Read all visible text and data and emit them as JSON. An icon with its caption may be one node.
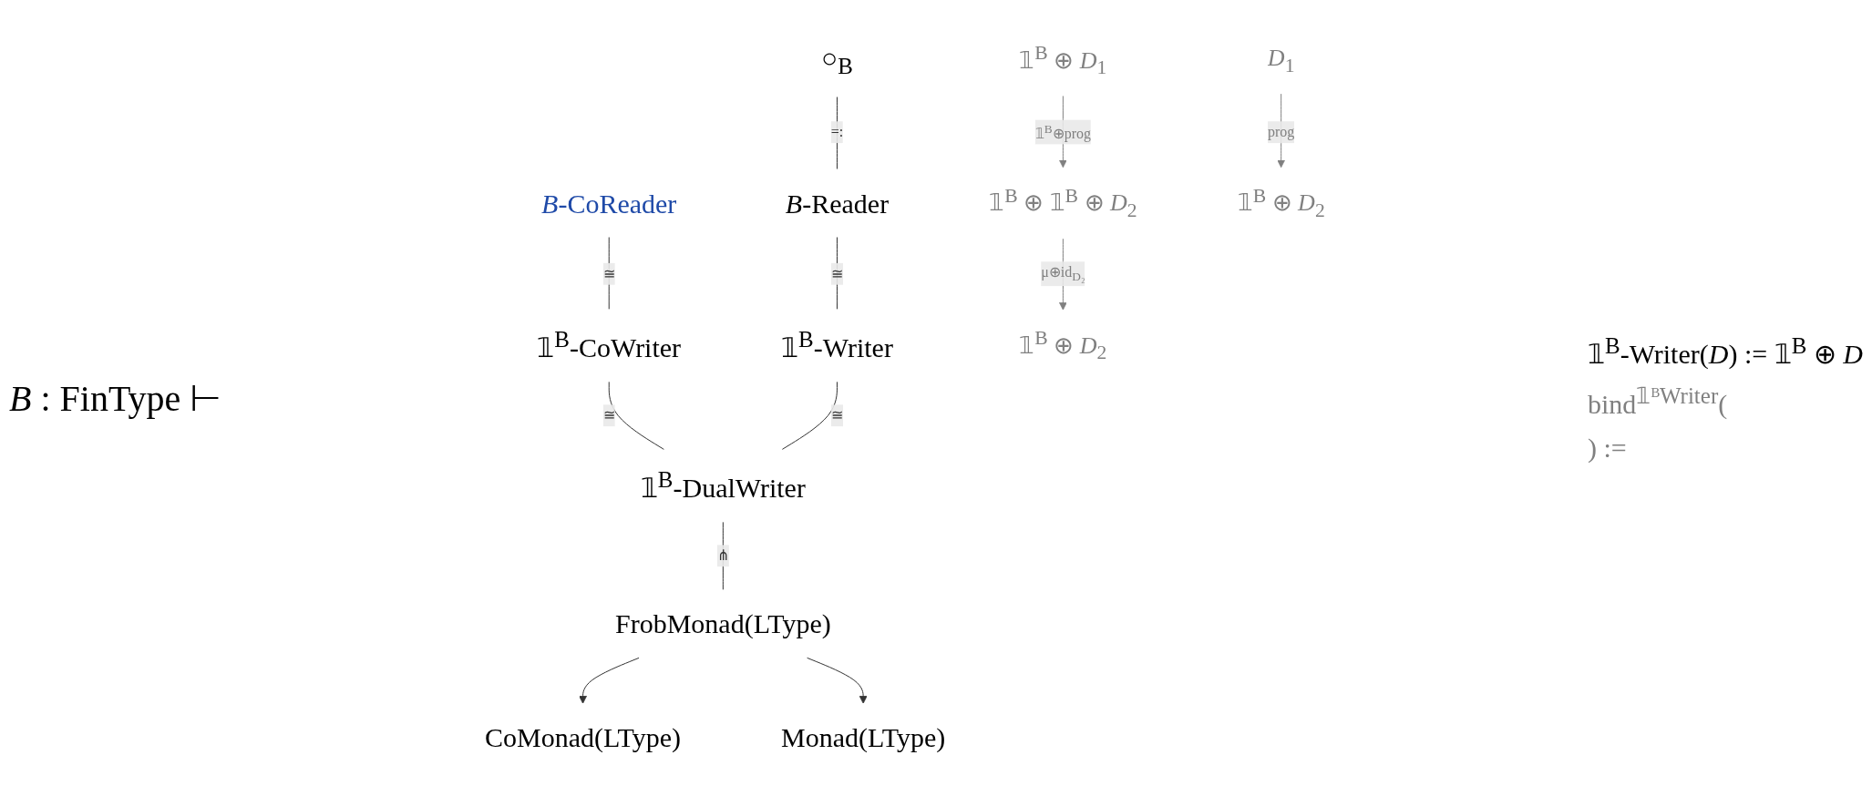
{
  "diagram": {
    "nodes": [
      {
        "text": [
          "○$_{B}$"
        ]
      },
      {
        "text": [
          "*B*-Reader"
        ]
      },
      {
        "text": [
          "*B*-CoReader"
        ]
      },
      {
        "text": [
          "𝟙$^{B}$-CoWriter"
        ]
      },
      {
        "text": [
          "𝟙$^{B}$-Writer"
        ]
      },
      {
        "text": [
          "𝟙$^{B}$-DualWriter"
        ]
      },
      {
        "text": [
          "CoMonad(LType)"
        ]
      },
      {
        "text": [
          "Monad(LType)"
        ]
      },
      {
        "text": [
          "FrobMonad(LType)"
        ]
      },
      {
        "text": [
          "𝟙$^{B}$ ⊕ *D*$_{1}$"
        ]
      },
      {
        "text": [
          "𝟙$^{B}$ ⊕ 𝟙$^{B}$ ⊕ *D*$_{2}$"
        ]
      },
      {
        "text": [
          "𝟙$^{B}$ ⊕ *D*$_{2}$"
        ]
      },
      {
        "text": [
          "*D*$_{1}$"
        ]
      },
      {
        "text": [
          "𝟙$^{B}$ ⊕ *D*$_{2}$"
        ]
      }
    ],
    "edges": [
      {
        "from": 0,
        "to": 1,
        "arrow": "none",
        "label": "=:"
      },
      {
        "from": 2,
        "to": 3,
        "arrow": "none",
        "label": "≅"
      },
      {
        "from": 1,
        "to": 4,
        "arrow": "none",
        "label": "≅"
      },
      {
        "from": 3,
        "to": 5,
        "arrow": "none",
        "label": "≅"
      },
      {
        "from": 4,
        "to": 5,
        "arrow": "none",
        "label": "≅"
      },
      {
        "from": 5,
        "to": 8,
        "arrow": "none",
        "label": "⋔"
      },
      {
        "from": 8,
        "to": 6,
        "arrow": "to"
      },
      {
        "from": 8,
        "to": 7,
        "arrow": "to"
      },
      {
        "from": 9,
        "to": 10,
        "arrow": "to",
        "label": "𝟙$^{B}$⊕prog",
        "color": "#808080"
      },
      {
        "from": 10,
        "to": 11,
        "arrow": "to",
        "label": "μ⊕id$_{D₂}$",
        "color": "#808080"
      },
      {
        "from": 12,
        "to": 13,
        "arrow": "to",
        "label": "prog",
        "color": "#808080"
      }
    ],
    "labels": [
      "*B* : FinType ⊢",
      "𝟙$^{B}$-Writer(*D*) := 𝟙$^{B}$ ⊕ *D*",
      "bind$^{𝟙ᴮWriter}$(",
      ") :="
    ]
  }
}
